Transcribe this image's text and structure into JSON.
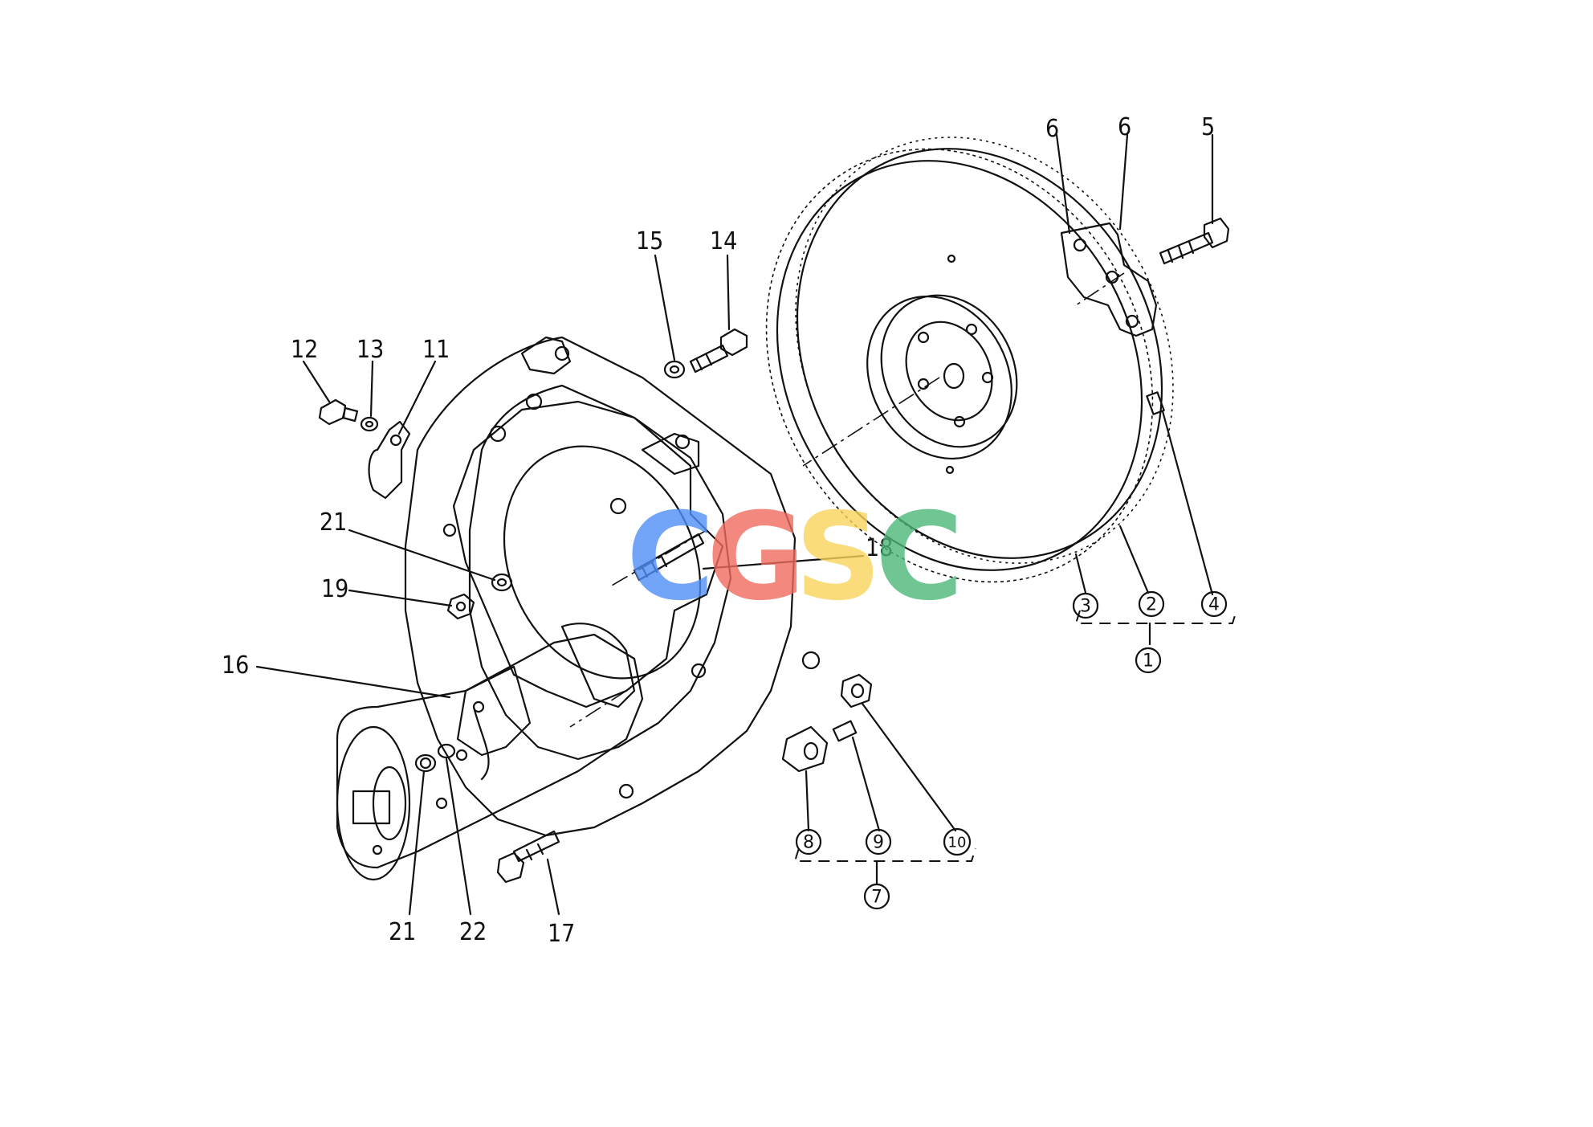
{
  "callouts": {
    "c1": "1",
    "c2": "2",
    "c3": "3",
    "c4": "4",
    "c5": "5",
    "c6a": "6",
    "c6b": "6",
    "c7": "7",
    "c8": "8",
    "c9": "9",
    "c10": "10",
    "c11": "11",
    "c12": "12",
    "c13": "13",
    "c14": "14",
    "c15": "15",
    "c16": "16",
    "c17": "17",
    "c18": "18",
    "c19": "19",
    "c21a": "21",
    "c21b": "21",
    "c22": "22"
  },
  "watermark": {
    "letters": [
      "C",
      "G",
      "S",
      "C"
    ],
    "colors": [
      "#4f8ef7",
      "#ef6b5e",
      "#f9d45c",
      "#4cb877"
    ]
  }
}
